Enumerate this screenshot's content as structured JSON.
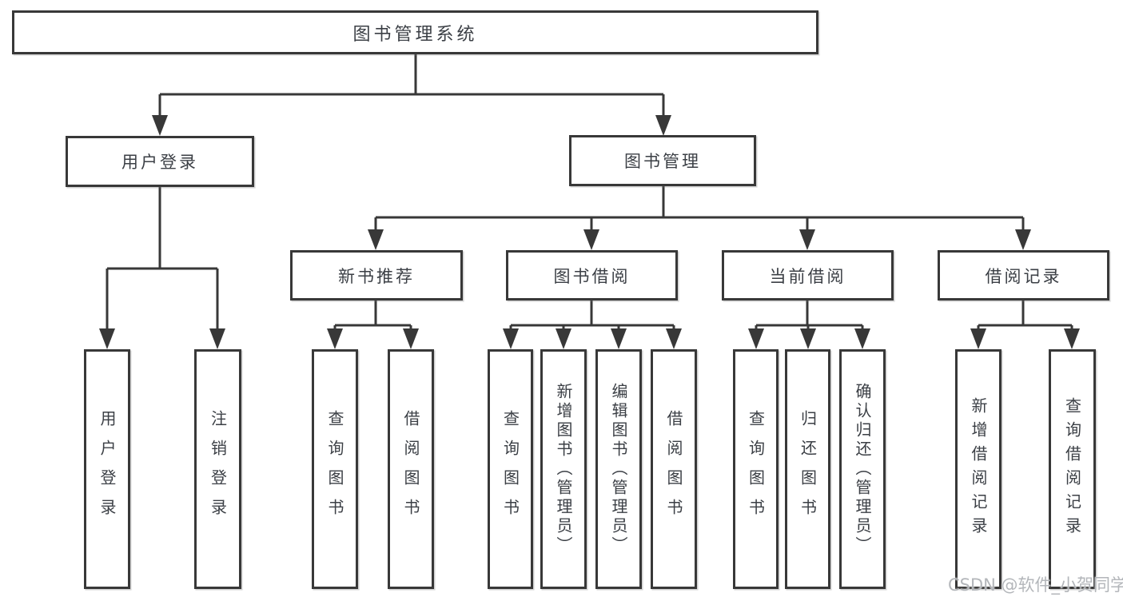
{
  "page": {
    "background": "#ffffff",
    "watermark": "CSDN @软件_小贺同学"
  },
  "colors": {
    "line": "#383838",
    "box_border": "#383838",
    "text": "#3b3f45",
    "watermark": "#b3b6ba"
  },
  "tree": {
    "root": {
      "label": "图书管理系统"
    },
    "branches": [
      {
        "label": "用户登录",
        "children": [
          {
            "label": "用户登录"
          },
          {
            "label": "注销登录"
          }
        ]
      },
      {
        "label": "图书管理",
        "children": [
          {
            "label": "新书推荐",
            "children": [
              {
                "label": "查询图书"
              },
              {
                "label": "借阅图书"
              }
            ]
          },
          {
            "label": "图书借阅",
            "children": [
              {
                "label": "查询图书"
              },
              {
                "label": "新增图书（管理员）"
              },
              {
                "label": "编辑图书（管理员）"
              },
              {
                "label": "借阅图书"
              }
            ]
          },
          {
            "label": "当前借阅",
            "children": [
              {
                "label": "查询图书"
              },
              {
                "label": "归还图书"
              },
              {
                "label": "确认归还（管理员）"
              }
            ]
          },
          {
            "label": "借阅记录",
            "children": [
              {
                "label": "新增借阅记录"
              },
              {
                "label": "查询借阅记录"
              }
            ]
          }
        ]
      }
    ]
  }
}
